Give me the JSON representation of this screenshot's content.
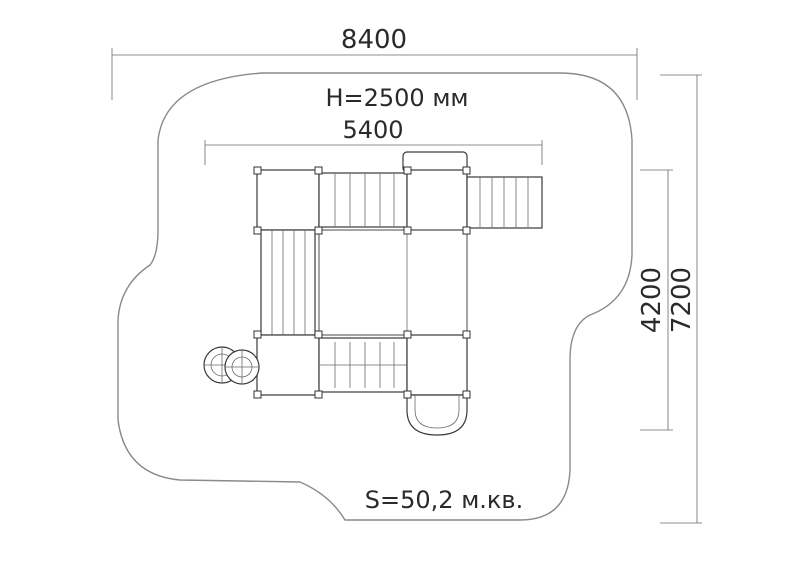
{
  "labels": {
    "overall_width": "8400",
    "height": "H=2500 мм",
    "inner_width": "5400",
    "inner_depth": "4200",
    "overall_depth": "7200",
    "area": "S=50,2 м.кв."
  }
}
